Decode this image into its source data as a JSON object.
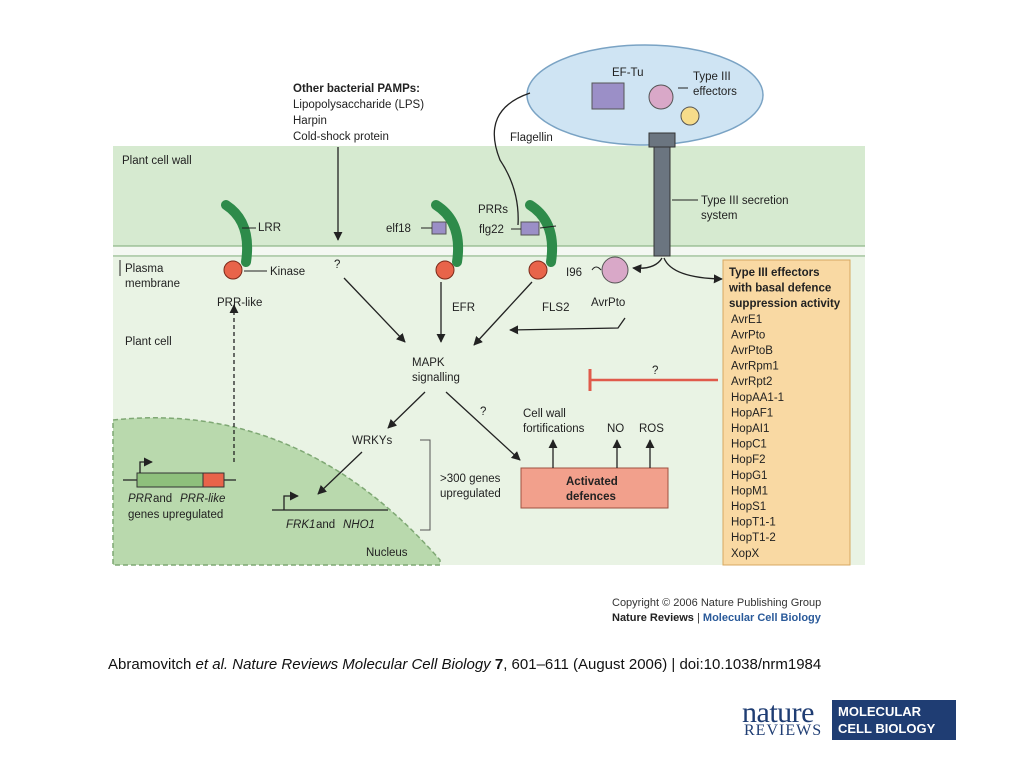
{
  "diagram": {
    "other_pamps": {
      "title": "Other bacterial PAMPs:",
      "items": [
        "Lipopolysaccharide (LPS)",
        "Harpin",
        "Cold-shock protein"
      ]
    },
    "bacterium": {
      "ef_tu": "EF-Tu",
      "type3_effectors": [
        "Type III",
        "effectors"
      ]
    },
    "flagellin": "Flagellin",
    "plant_cell_wall": "Plant cell wall",
    "plasma_membrane": [
      "Plasma",
      "membrane"
    ],
    "plant_cell": "Plant cell",
    "nucleus": "Nucleus",
    "lrr": "LRR",
    "kinase": "Kinase",
    "prr_like": "PRR-like",
    "elf18": "elf18",
    "prrs": "PRRs",
    "flg22": "flg22",
    "efr": "EFR",
    "fls2": "FLS2",
    "secretion": [
      "Type III secretion",
      "system"
    ],
    "i96": "I96",
    "avrpto": "AvrPto",
    "q1": "?",
    "q2": "?",
    "q3": "?",
    "mapk": [
      "MAPK",
      "signalling"
    ],
    "wrkys": "WRKYs",
    "genes_up": [
      ">300 genes",
      "upregulated"
    ],
    "cell_wall": [
      "Cell wall",
      "fortifications"
    ],
    "no": "NO",
    "ros": "ROS",
    "activated": [
      "Activated",
      "defences"
    ],
    "prr_genes": {
      "line1a": "PRR",
      "line1b": " and ",
      "line1c": "PRR-like",
      "line2": "genes upregulated"
    },
    "frk": {
      "a": "FRK1",
      "b": " and ",
      "c": "NHO1"
    },
    "effector_box": {
      "header": [
        "Type III effectors",
        "with basal defence",
        "suppression activity"
      ],
      "items": [
        "AvrE1",
        "AvrPto",
        "AvrPtoB",
        "AvrRpm1",
        "AvrRpt2",
        "HopAA1-1",
        "HopAF1",
        "HopAI1",
        "HopC1",
        "HopF2",
        "HopG1",
        "HopM1",
        "HopS1",
        "HopT1-1",
        "HopT1-2",
        "XopX"
      ]
    }
  },
  "copyright": {
    "line1": "Copyright © 2006 Nature Publishing Group",
    "journal": "Nature Reviews",
    "sep": " | ",
    "subjournal": "Molecular Cell Biology"
  },
  "caption": {
    "authors": "Abramovitch ",
    "etal": "et al.",
    "journal": " Nature Reviews Molecular Cell Biology ",
    "volume": "7",
    "rest": ", 601–611 (August 2006) | doi:10.1038/nrm1984"
  },
  "logo": {
    "nature": "nature",
    "reviews": "REVIEWS",
    "line1": "MOLECULAR",
    "line2": "CELL BIOLOGY"
  },
  "colors": {
    "cell_wall": "#d6ead0",
    "cytoplasm": "#e9f3e4",
    "nucleus": "#b9d9ad",
    "bacterium": "#cfe4f3",
    "effector_box": "#f9d9a3",
    "defence_box": "#f2a08c",
    "receptor": "#2e8b4a",
    "kinase": "#e8644a",
    "inhibit": "#e05a4a"
  }
}
